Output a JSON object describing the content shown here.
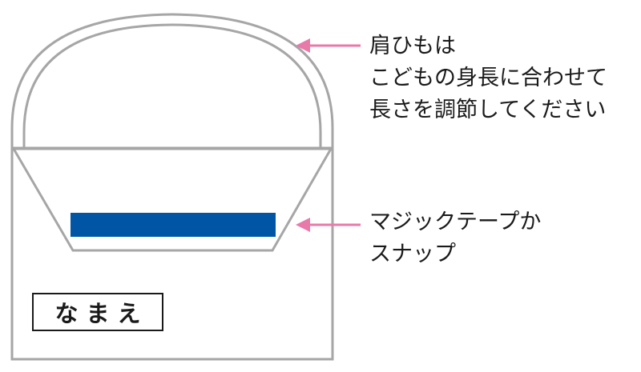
{
  "annotations": {
    "strap": {
      "lines": [
        "肩ひもは",
        "こどもの身長に合わせて",
        "長さを調節してください"
      ],
      "arrow_color": "#e87aa9"
    },
    "closure": {
      "lines": [
        "マジックテープか",
        "スナップ"
      ],
      "arrow_color": "#e87aa9"
    }
  },
  "bag": {
    "name_label": "なまえ",
    "outline_color": "#a6a6a6",
    "fastener_color": "#0055a4"
  }
}
